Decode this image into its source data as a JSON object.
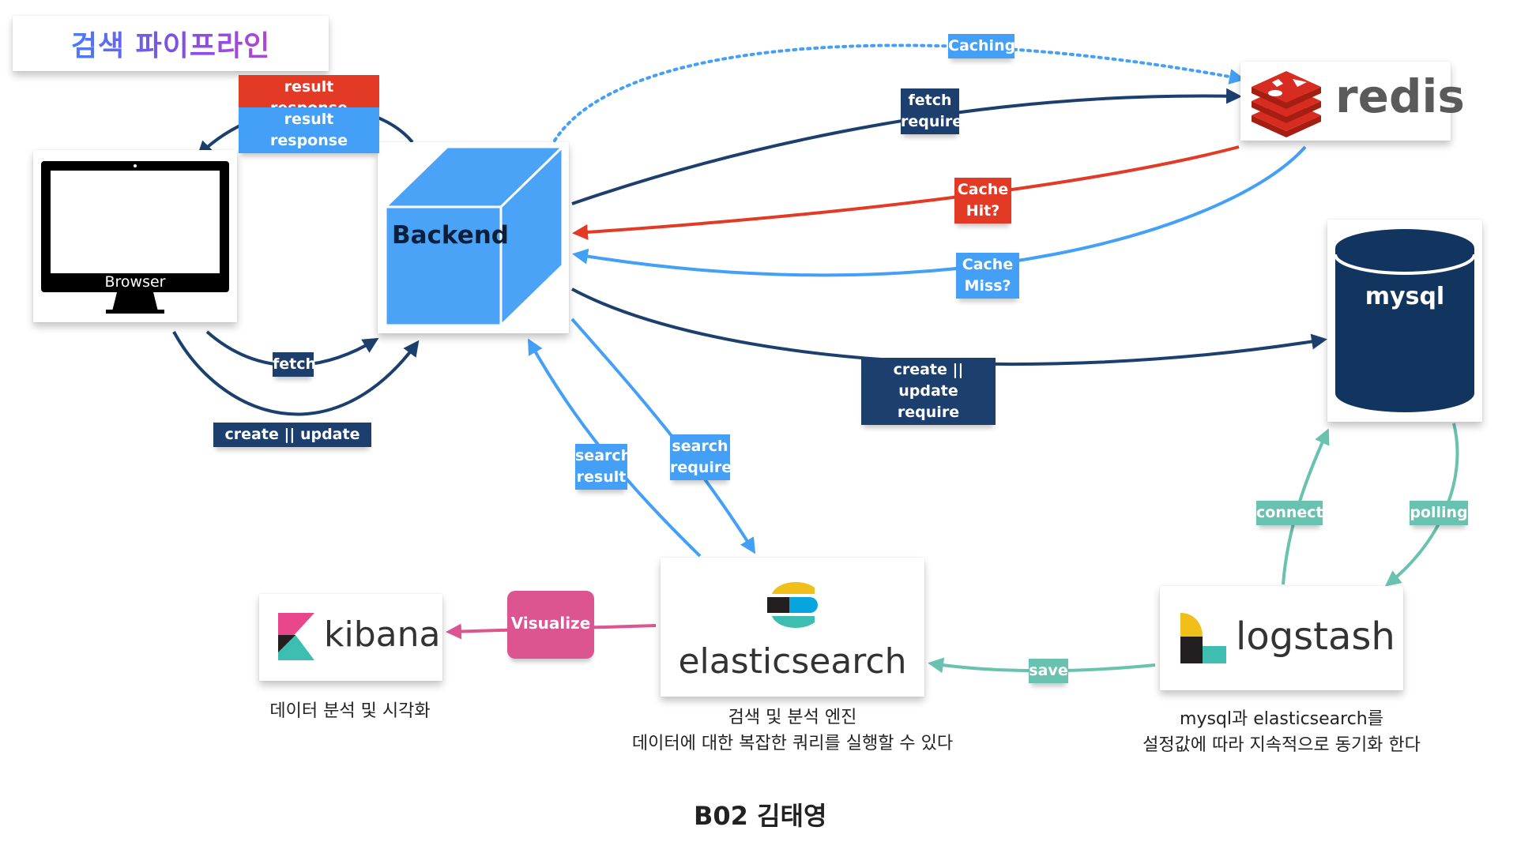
{
  "title": "검색 파이프라인",
  "browser": {
    "label": "Browser"
  },
  "backend": {
    "label": "Backend"
  },
  "redis": {
    "label": "redis"
  },
  "mysql": {
    "label": "mysql"
  },
  "elasticsearch": {
    "label": "elasticsearch",
    "caption_line1": "검색 및 분석 엔진",
    "caption_line2": "데이터에 대한 복잡한 쿼리를 실행할 수 있다"
  },
  "kibana": {
    "label": "kibana",
    "caption": "데이터 분석 및 시각화"
  },
  "logstash": {
    "label": "logstash",
    "caption_line1": "mysql과 elasticsearch를",
    "caption_line2": "설정값에 따라 지속적으로 동기화 한다"
  },
  "edges": {
    "result_response_red": "result response",
    "result_response_blue": "result response",
    "fetch_browser": "fetch",
    "create_update_browser": "create || update",
    "caching": "Caching",
    "fetch_require_line1": "fetch",
    "fetch_require_line2": "require",
    "cache_hit_line1": "Cache",
    "cache_hit_line2": "Hit?",
    "cache_miss_line1": "Cache",
    "cache_miss_line2": "Miss?",
    "create_update_require_line1": "create || update",
    "create_update_require_line2": "require",
    "search_result_line1": "search",
    "search_result_line2": "result",
    "search_require_line1": "search",
    "search_require_line2": "require",
    "connect": "connect",
    "polling": "polling",
    "save": "save",
    "visualize": "Visualize"
  },
  "author": "B02 김태영",
  "colors": {
    "navy": "#1c3f6e",
    "blue": "#43a0f6",
    "red": "#e33a26",
    "teal": "#69c1b0",
    "pink": "#dd5590",
    "mysql_fill": "#123560"
  }
}
